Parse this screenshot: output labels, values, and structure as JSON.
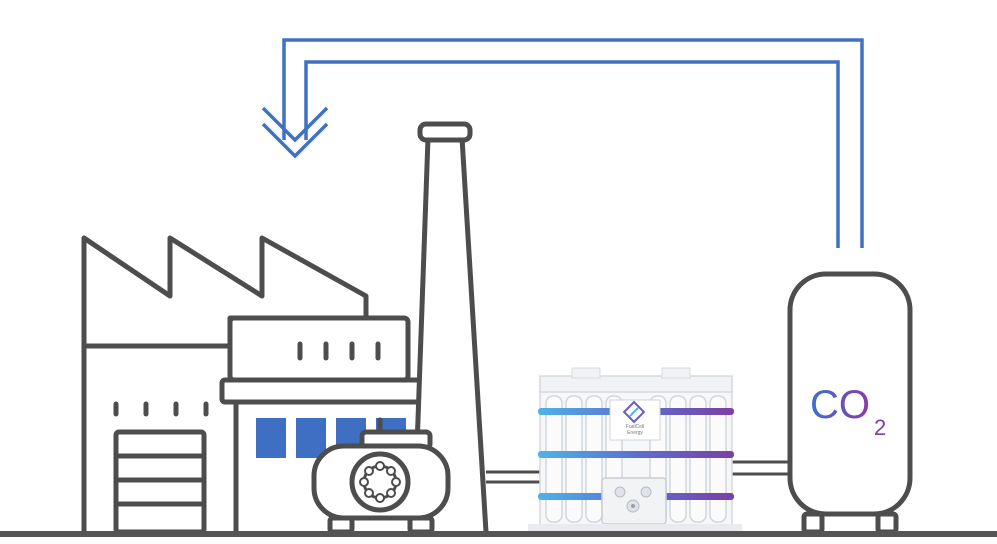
{
  "diagram": {
    "tank_label": {
      "main": "CO",
      "sub": "2"
    },
    "module_logo": {
      "line1": "FuelCell",
      "line2": "Energy"
    }
  },
  "colors": {
    "outline": "#4d4d4d",
    "flow_arrow": "#3f72c4",
    "window_blue": "#3f6fc2",
    "gradient_start": "#4fb3e8",
    "gradient_end": "#7b3fa6",
    "co2_text_start": "#3d6fd0",
    "co2_text_end": "#8a3aa8"
  },
  "icons": [
    "factory-icon",
    "chimney-icon",
    "fuel-tank-icon",
    "fuel-cell-module-icon",
    "co2-storage-tank-icon",
    "return-flow-arrow-icon"
  ]
}
